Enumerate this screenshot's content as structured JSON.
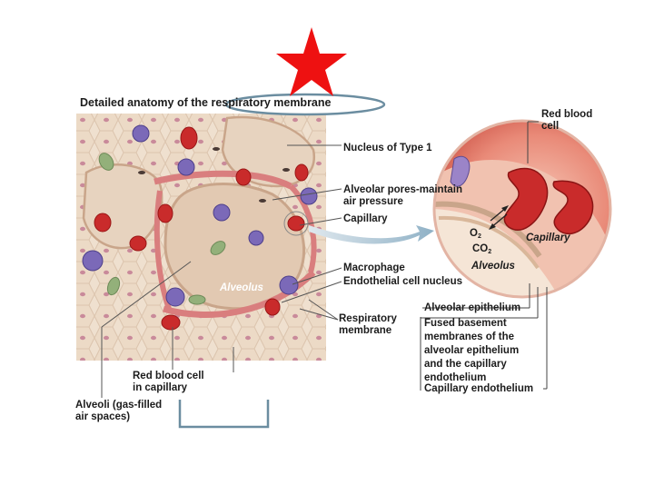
{
  "title": "Detailed anatomy of the respiratory membrane",
  "labels": {
    "nucleus_type1": "Nucleus of Type 1",
    "alveolar_pores": "Alveolar pores-maintain\nair pressure",
    "capillary": "Capillary",
    "macrophage": "Macrophage",
    "endothelial_nucleus": "Endothelial cell nucleus",
    "respiratory_membrane": "Respiratory\nmembrane",
    "alveolus_main": "Alveolus",
    "rbc_in_capillary": "Red blood cell\nin capillary",
    "alveoli": "Alveoli (gas-filled\nair spaces)",
    "red_blood_cell": "Red blood\ncell",
    "capillary_inset": "Capillary",
    "alveolus_inset": "Alveolus",
    "o2": "O",
    "o2_sub": "2",
    "co2": "CO",
    "co2_sub": "2",
    "alveolar_epithelium": "Alveolar epithelium",
    "fused_basement": "Fused basement\nmembranes of the\nalveolar epithelium\nand the capillary\nendothelium",
    "capillary_endothelium": "Capillary endothelium"
  },
  "colors": {
    "star": "#ee1111",
    "ellipse": "#6b8da0",
    "tissue": "#ead8c6",
    "capillary_red": "#c92b2b",
    "macrophage": "#7b69b8"
  },
  "icons": {
    "star": "star-icon"
  }
}
